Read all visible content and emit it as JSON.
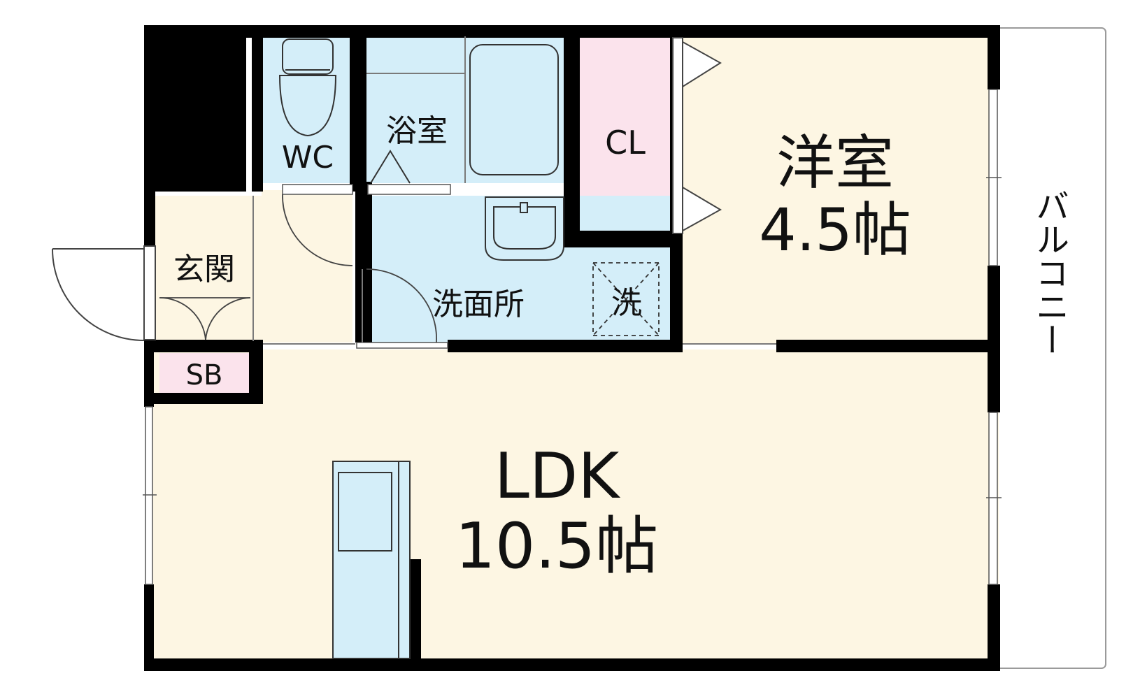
{
  "rooms": {
    "wc": "WC",
    "bath": "浴室",
    "closet": "CL",
    "western_room": {
      "name": "洋室",
      "size": "4.5帖"
    },
    "entrance": "玄関",
    "washroom": "洗面所",
    "washer": "洗",
    "shoe_box": "SB",
    "ldk": {
      "name": "LDK",
      "size": "10.5帖"
    },
    "balcony": "バルコニー"
  },
  "colors": {
    "wall": "#000000",
    "wet_area": "#d4eef9",
    "living_floor": "#fdf6e3",
    "closet": "#fbe3ec",
    "shoe_box": "#fbe3ec"
  }
}
